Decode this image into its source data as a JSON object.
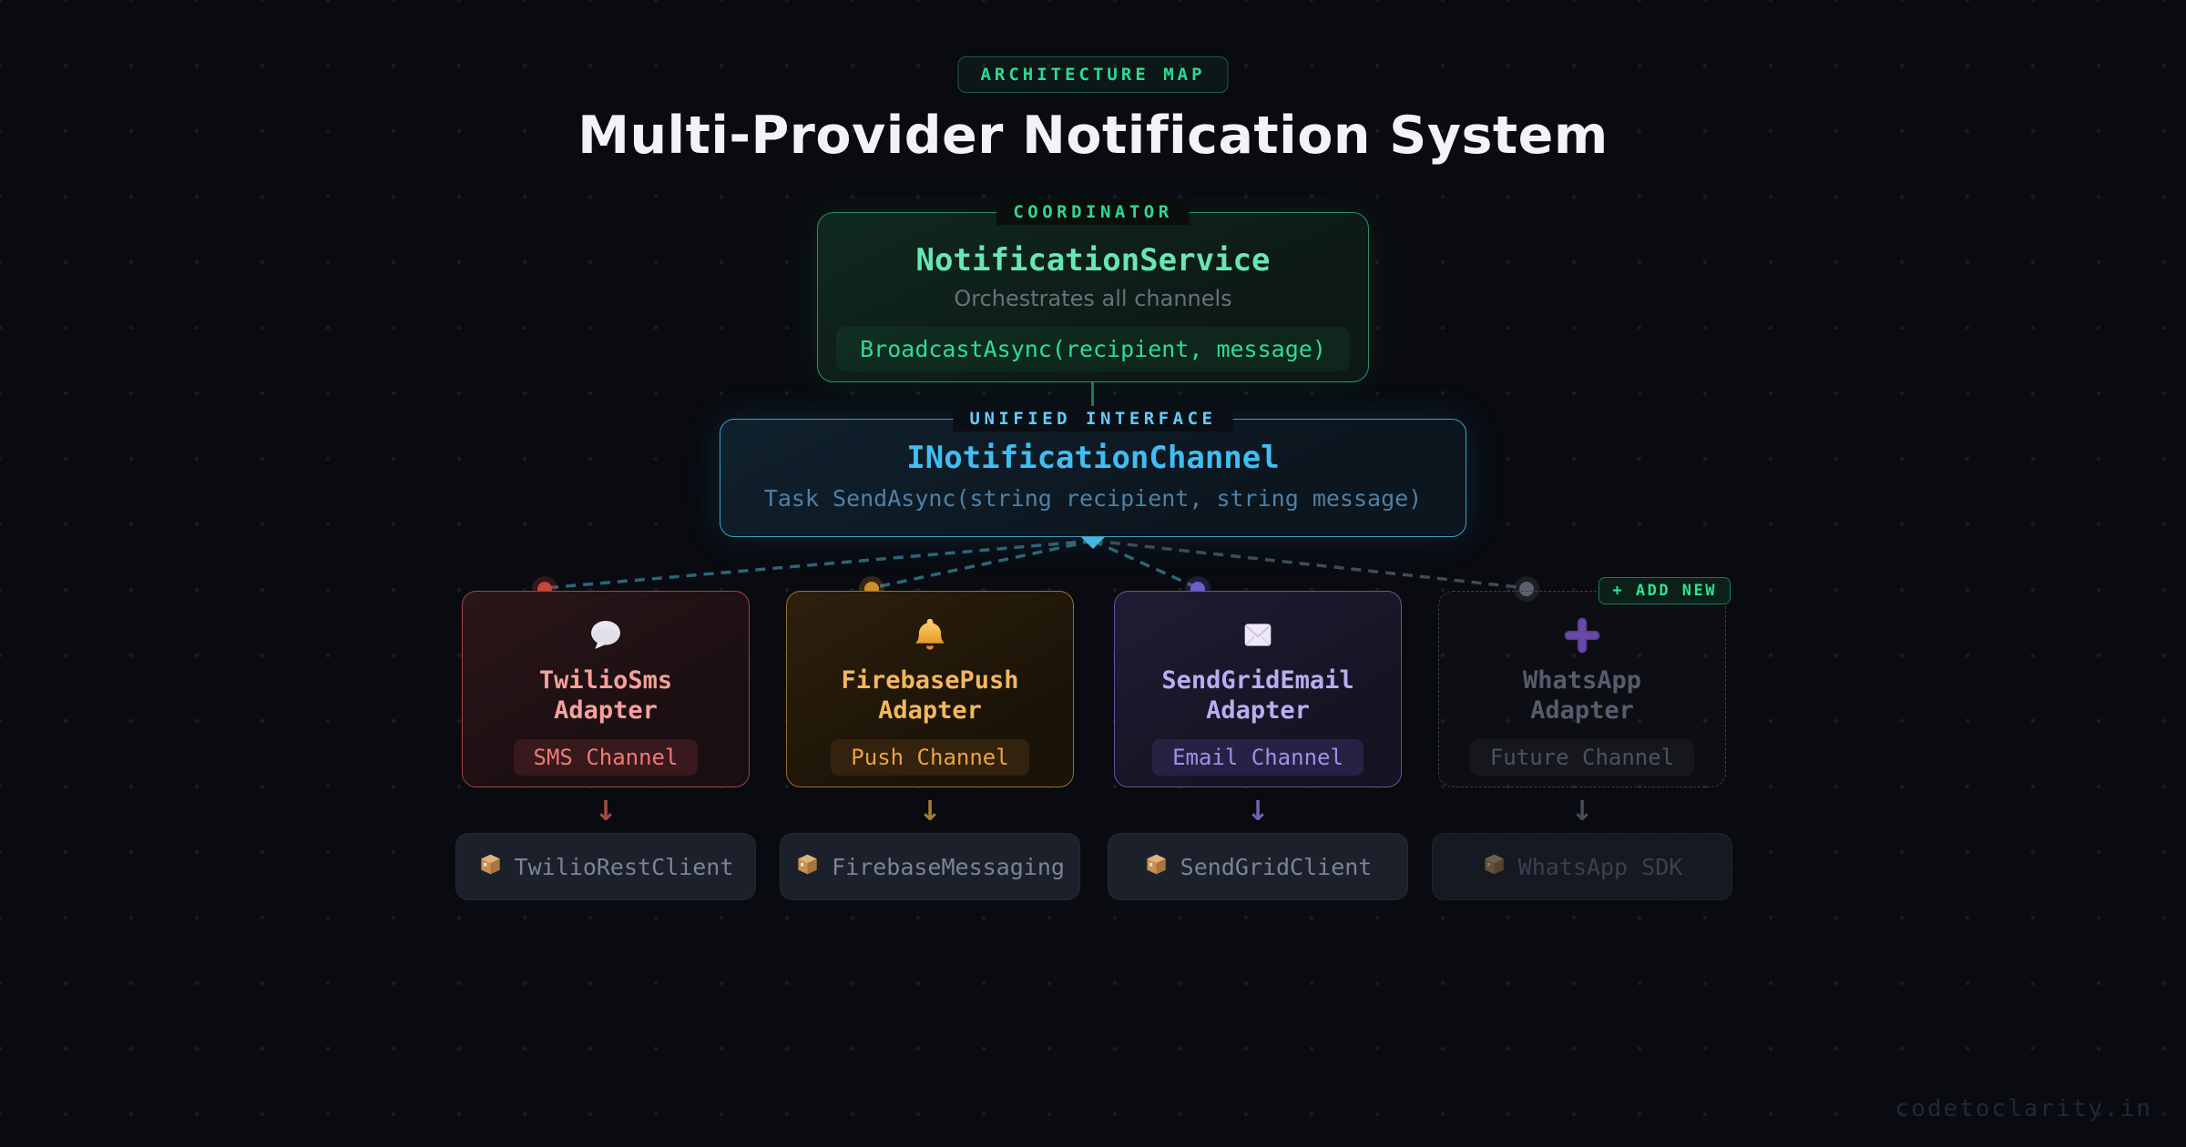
{
  "header": {
    "tag": "ARCHITECTURE MAP",
    "title": "Multi-Provider Notification System"
  },
  "coordinator": {
    "label": "COORDINATOR",
    "name": "NotificationService",
    "description": "Orchestrates all channels",
    "method": "BroadcastAsync(recipient, message)"
  },
  "interface": {
    "label": "UNIFIED INTERFACE",
    "name": "INotificationChannel",
    "signature": "Task SendAsync(string recipient, string message)"
  },
  "adapters": [
    {
      "name": "TwilioSms",
      "suffix": "Adapter",
      "channel": "SMS Channel",
      "package": "TwilioRestClient",
      "icon": "speech-bubble-icon",
      "accent": "#c9463c"
    },
    {
      "name": "FirebasePush",
      "suffix": "Adapter",
      "channel": "Push Channel",
      "package": "FirebaseMessaging",
      "icon": "bell-icon",
      "accent": "#cd8f2e"
    },
    {
      "name": "SendGridEmail",
      "suffix": "Adapter",
      "channel": "Email Channel",
      "package": "SendGridClient",
      "icon": "envelope-icon",
      "accent": "#6b5fc9"
    },
    {
      "name": "WhatsApp",
      "suffix": "Adapter",
      "channel": "Future Channel",
      "package": "WhatsApp SDK",
      "icon": "plus-icon",
      "accent": "#59606b",
      "future": true
    }
  ],
  "add_new_label": "+ ADD NEW",
  "arrow_glyph": "↓",
  "watermark": "codetoclarity.in",
  "colors": {
    "background": "#090b10",
    "green_accent": "#2edc96",
    "blue_accent": "#41bdf2",
    "red_accent": "#c9463c",
    "amber_accent": "#cd8f2e",
    "purple_accent": "#6b5fc9",
    "gray_accent": "#59606b",
    "connector": "#2b6679"
  }
}
